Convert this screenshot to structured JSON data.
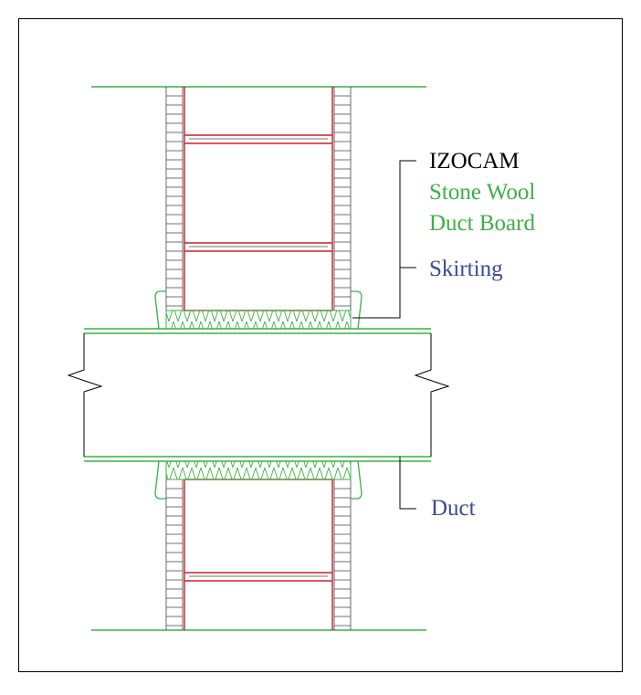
{
  "labels": {
    "brand": "IZOCAM",
    "product_line1": "Stone Wool",
    "product_line2": "Duct Board",
    "skirting": "Skirting",
    "duct": "Duct"
  },
  "colors": {
    "frame": "#000000",
    "wall_green": "#3cb043",
    "block_red": "#c8202a",
    "mortar_gray": "#444444",
    "label_black": "#000000",
    "label_green": "#3cb043",
    "label_blue": "#3a4a9a",
    "leader": "#000000"
  }
}
